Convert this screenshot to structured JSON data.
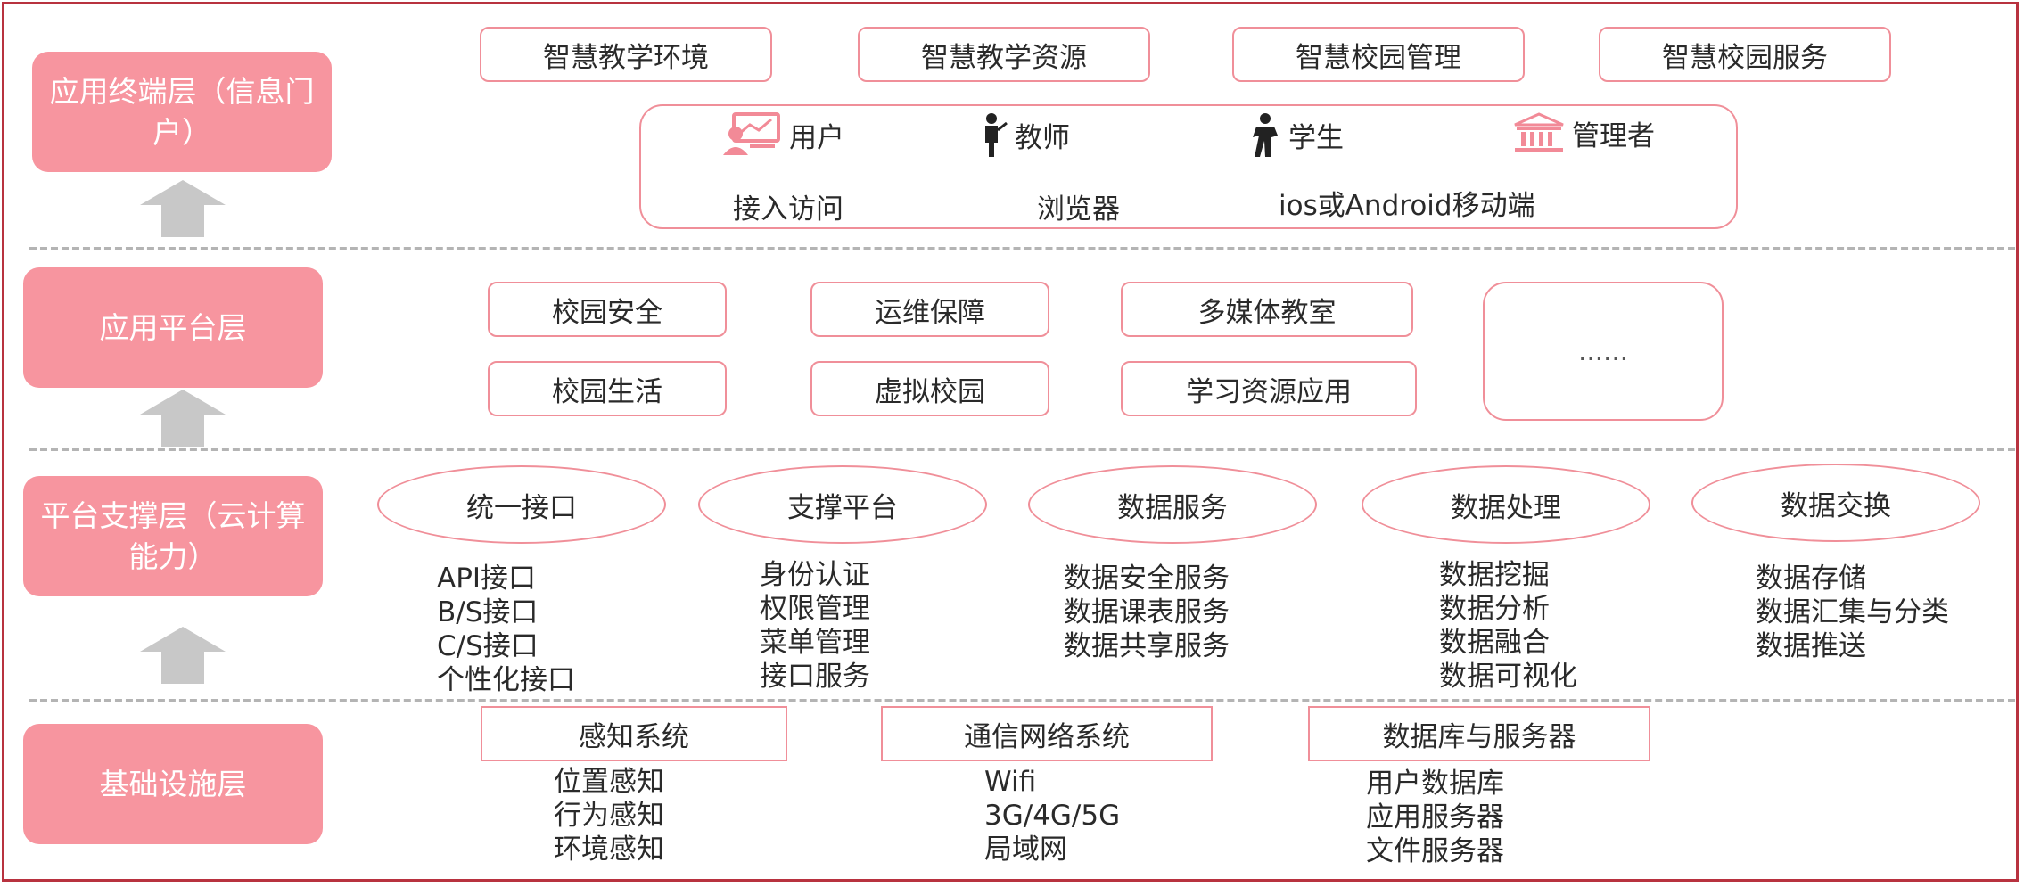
{
  "layers": {
    "terminal": "应用终端层（信息门户）",
    "platform": "应用平台层",
    "support": "平台支撑层（云计算能力）",
    "infra": "基础设施层"
  },
  "terminal": {
    "modules": [
      "智慧教学环境",
      "智慧教学资源",
      "智慧校园管理",
      "智慧校园服务"
    ],
    "roles": [
      {
        "label": "用户",
        "icon": "user-computer-icon"
      },
      {
        "label": "教师",
        "icon": "teacher-icon"
      },
      {
        "label": "学生",
        "icon": "student-icon"
      },
      {
        "label": "管理者",
        "icon": "building-icon"
      }
    ],
    "access": [
      "接入访问",
      "浏览器",
      "ios或Android移动端"
    ]
  },
  "platform": {
    "apps": [
      "校园安全",
      "运维保障",
      "多媒体教室",
      "校园生活",
      "虚拟校园",
      "学习资源应用"
    ],
    "more": "……"
  },
  "support": {
    "groups": [
      {
        "title": "统一接口",
        "items": [
          "API接口",
          "B/S接口",
          "C/S接口",
          "个性化接口"
        ]
      },
      {
        "title": "支撑平台",
        "items": [
          "身份认证",
          "权限管理",
          "菜单管理",
          "接口服务"
        ]
      },
      {
        "title": "数据服务",
        "items": [
          "数据安全服务",
          "数据课表服务",
          "数据共享服务"
        ]
      },
      {
        "title": "数据处理",
        "items": [
          "数据挖掘",
          "数据分析",
          "数据融合",
          "数据可视化"
        ]
      },
      {
        "title": "数据交换",
        "items": [
          "数据存储",
          "数据汇集与分类",
          "数据推送"
        ]
      }
    ]
  },
  "infra": {
    "groups": [
      {
        "title": "感知系统",
        "items": [
          "位置感知",
          "行为感知",
          "环境感知"
        ]
      },
      {
        "title": "通信网络系统",
        "items": [
          "Wifi",
          "3G/4G/5G",
          "局域网"
        ]
      },
      {
        "title": "数据库与服务器",
        "items": [
          "用户数据库",
          "应用服务器",
          "文件服务器"
        ]
      }
    ]
  },
  "colors": {
    "layer_fill": "#f7959f",
    "box_border": "#f08f99",
    "frame": "#b8323f",
    "arrow": "#c8c8c8",
    "divider": "#b4b4b4"
  }
}
